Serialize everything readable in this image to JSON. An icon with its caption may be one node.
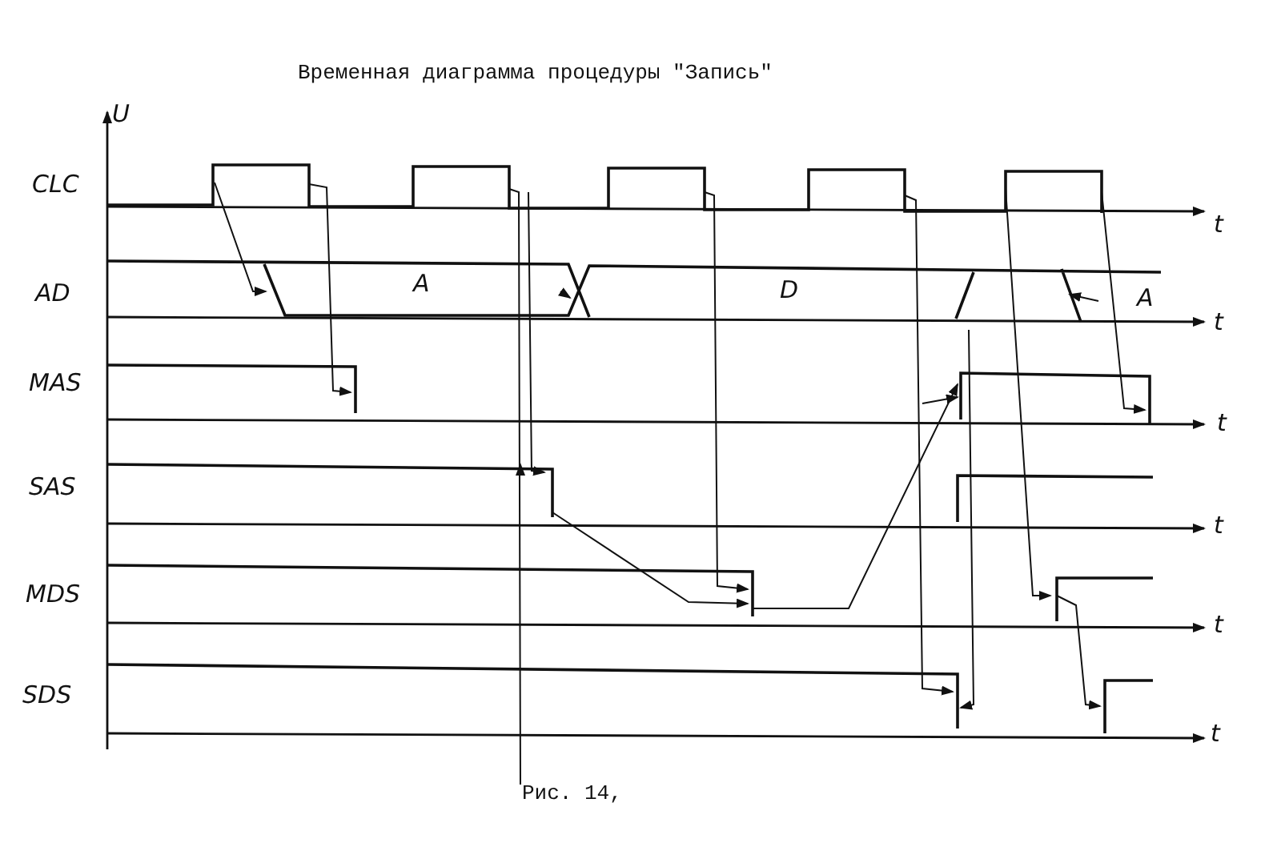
{
  "diagram": {
    "title": "Временная диаграмма процедуры \"Запись\"",
    "caption": "Рис. 14,",
    "labels": [
      "U",
      "CLC",
      "t",
      "AD",
      "A",
      "D",
      "A",
      "t",
      "MAS",
      "t",
      "SAS",
      "t",
      "MDS",
      "t",
      "SDS",
      "t"
    ]
  }
}
